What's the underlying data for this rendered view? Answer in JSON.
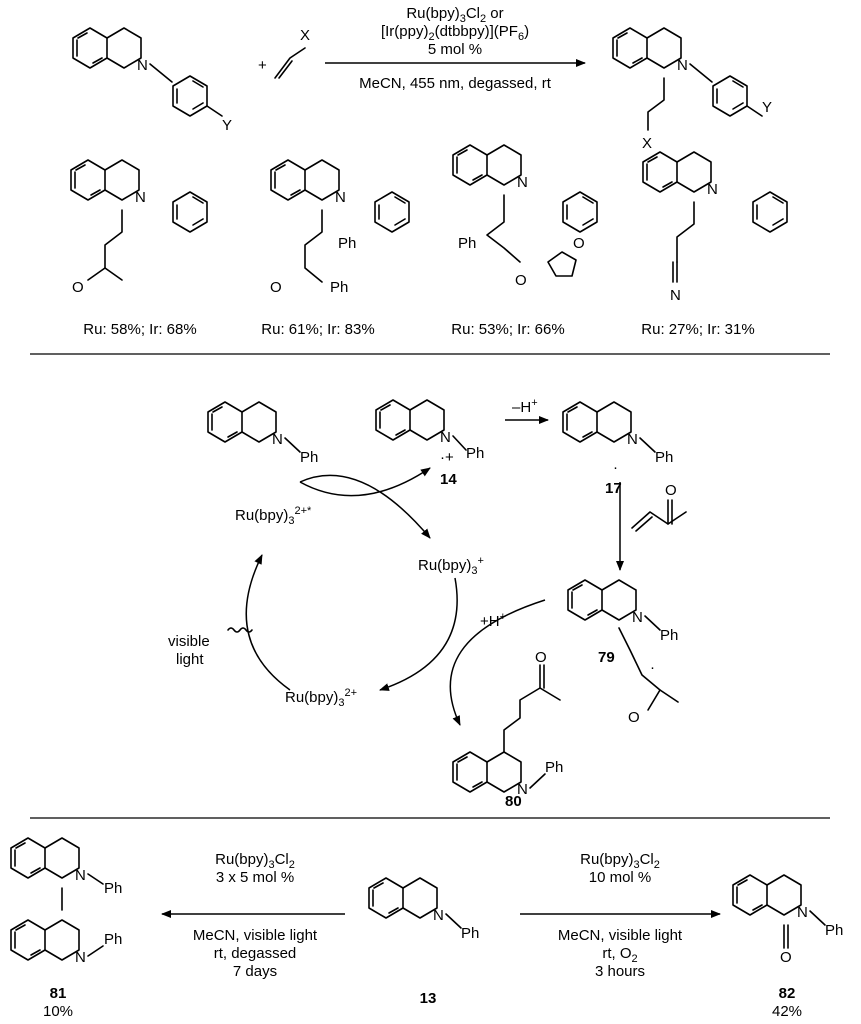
{
  "top": {
    "plus": "+",
    "vinyl_sub": "X",
    "aryl_sub": "Y",
    "product_sub_x": "X",
    "product_sub_y": "Y",
    "catalyst_line1": "Ru(bpy)",
    "catalyst_line1_sub": "3",
    "catalyst_line1_end": "Cl",
    "catalyst_line1_sub2": "2",
    "catalyst_line1_tail": " or",
    "catalyst_line2": "[Ir(ppy)",
    "catalyst_line2_sub": "2",
    "catalyst_line2_mid": "(dtbbpy)](PF",
    "catalyst_line2_sub2": "6",
    "catalyst_line2_end": ")",
    "loading": "5 mol %",
    "conditions": "MeCN, 455 nm, degassed, rt",
    "examples": [
      {
        "label": "Ru: 58%; Ir: 68%"
      },
      {
        "label": "Ru: 61%; Ir: 83%"
      },
      {
        "label": "Ru: 53%; Ir: 66%"
      },
      {
        "label": "Ru: 27%; Ir: 31%"
      }
    ]
  },
  "mechanism": {
    "deprotonation": "–H",
    "deprotonation_sup": "+",
    "protonation": "+H",
    "protonation_sup": "+",
    "ru_excited": "Ru(bpy)",
    "ru_excited_sub": "3",
    "ru_excited_sup": "2+*",
    "ru_reduced": "Ru(bpy)",
    "ru_reduced_sub": "3",
    "ru_reduced_sup": "+",
    "ru_ground": "Ru(bpy)",
    "ru_ground_sub": "3",
    "ru_ground_sup": "2+",
    "light_line1": "visible",
    "light_line2": "light",
    "compound_14": "14",
    "compound_17": "17",
    "compound_79": "79",
    "compound_80": "80",
    "ph": "Ph"
  },
  "bottom": {
    "left_catalyst": "Ru(bpy)",
    "left_catalyst_sub": "3",
    "left_catalyst_end": "Cl",
    "left_catalyst_sub2": "2",
    "left_loading": "3 x 5 mol %",
    "left_cond1": "MeCN, visible light",
    "left_cond2": "rt, degassed",
    "left_cond3": "7 days",
    "right_catalyst": "Ru(bpy)",
    "right_catalyst_sub": "3",
    "right_catalyst_end": "Cl",
    "right_catalyst_sub2": "2",
    "right_loading": "10 mol %",
    "right_cond1": "MeCN, visible light",
    "right_cond2": "rt, O",
    "right_cond2_sub": "2",
    "right_cond3": "3 hours",
    "compound_13": "13",
    "compound_81": "81",
    "yield_81": "10%",
    "compound_82": "82",
    "yield_82": "42%"
  },
  "atoms": {
    "N": "N",
    "O": "O",
    "Ph": "Ph"
  }
}
